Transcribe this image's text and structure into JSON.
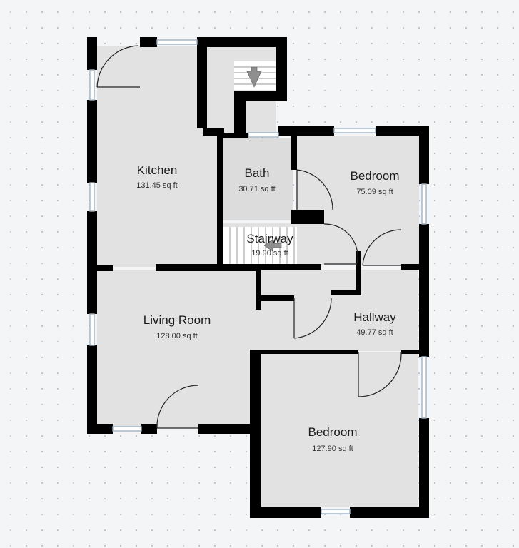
{
  "colors": {
    "wall": "#000000",
    "floor": "#e2e2e2",
    "bath_floor": "#dcdcdc",
    "window": "#9fb3c4",
    "door_swing": "#222222",
    "stair_arrow": "#8f8f8f"
  },
  "rooms": [
    {
      "id": "kitchen",
      "name": "Kitchen",
      "area": "131.45 sq ft"
    },
    {
      "id": "bath",
      "name": "Bath",
      "area": "30.71 sq ft"
    },
    {
      "id": "bedroom-1",
      "name": "Bedroom",
      "area": "75.09 sq ft"
    },
    {
      "id": "stairway",
      "name": "Stairway",
      "area": "19.90 sq ft"
    },
    {
      "id": "living-room",
      "name": "Living Room",
      "area": "128.00 sq ft"
    },
    {
      "id": "hallway",
      "name": "Hallway",
      "area": "49.77 sq ft"
    },
    {
      "id": "bedroom-2",
      "name": "Bedroom",
      "area": "127.90 sq ft"
    }
  ],
  "icons": [
    "stair-down-arrow-icon",
    "stair-arrow-icon",
    "door-swing-icon",
    "window-icon"
  ]
}
